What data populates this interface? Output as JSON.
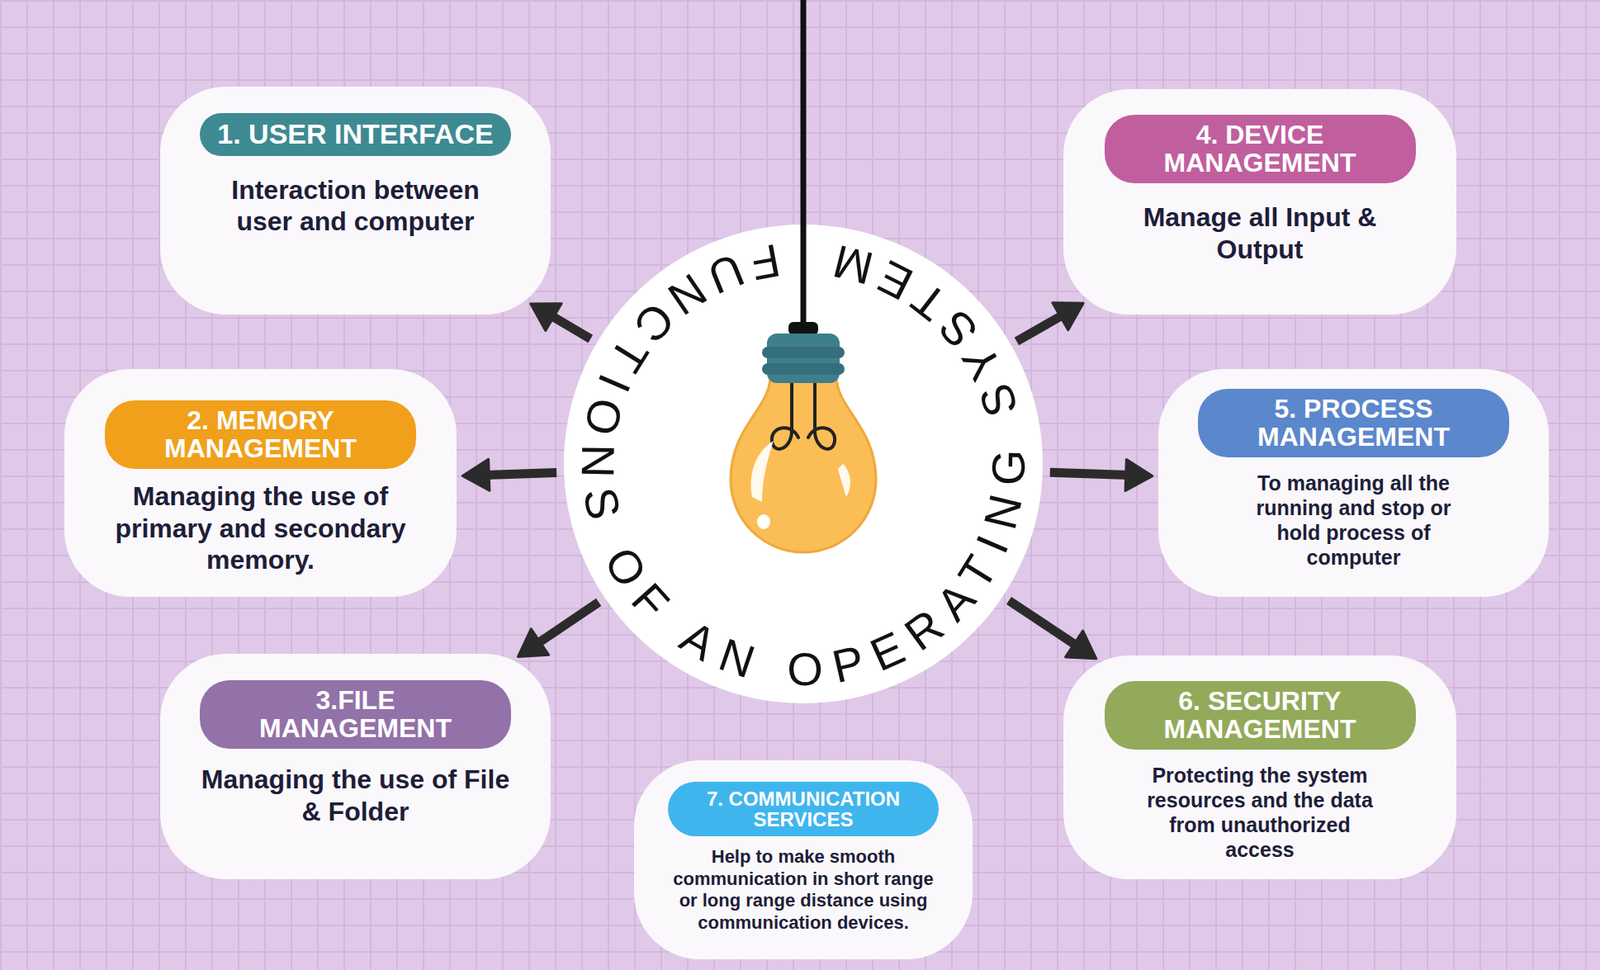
{
  "diagram": {
    "nodes": [
      {
        "text": [
          "FUNCTIONS OF AN OPERATING SYSTEM"
        ]
      },
      {
        "text": [
          "1. USER INTERFACE",
          "Interaction between user and computer"
        ]
      },
      {
        "text": [
          "2. MEMORY MANAGEMENT",
          "Managing the use of primary and secondary memory."
        ]
      },
      {
        "text": [
          "3.FILE MANAGEMENT",
          "Managing the use of File & Folder"
        ]
      },
      {
        "text": [
          "4. DEVICE MANAGEMENT",
          "Manage all Input & Output"
        ]
      },
      {
        "text": [
          "5. PROCESS MANAGEMENT",
          "To managing all the running and stop or hold process of computer"
        ]
      },
      {
        "text": [
          "6. SECURITY MANAGEMENT",
          "Protecting the system resources and the data from unauthorized access"
        ]
      },
      {
        "text": [
          "7. COMMUNICATION SERVICES",
          "Help to make smooth communication in short range or long range distance using communication devices."
        ]
      }
    ],
    "edges": [
      {
        "from": 0,
        "to": 1,
        "arrow": "to"
      },
      {
        "from": 0,
        "to": 2,
        "arrow": "to"
      },
      {
        "from": 0,
        "to": 3,
        "arrow": "to"
      },
      {
        "from": 0,
        "to": 4,
        "arrow": "to"
      },
      {
        "from": 0,
        "to": 5,
        "arrow": "to"
      },
      {
        "from": 0,
        "to": 6,
        "arrow": "to"
      }
    ]
  }
}
